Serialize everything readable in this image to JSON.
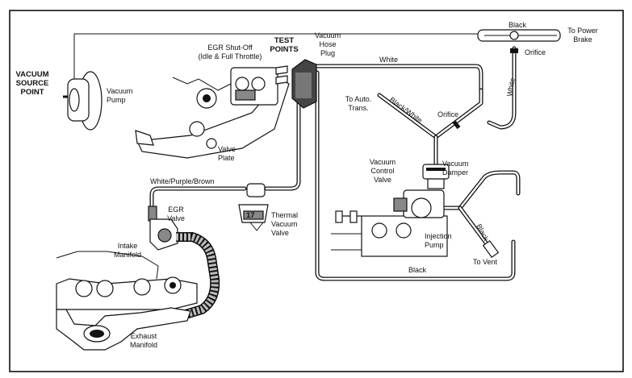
{
  "labels": {
    "vacuum_source_point": [
      "VACUUM",
      "SOURCE",
      "POINT"
    ],
    "vacuum_pump": [
      "Vacuum",
      "Pump"
    ],
    "egr_shutoff": [
      "EGR Shut-Off",
      "(Idle & Full Throttle)"
    ],
    "test_points": [
      "TEST",
      "POINTS"
    ],
    "vacuum_hose_plug": [
      "Vacuum",
      "Hose",
      "Plug"
    ],
    "white_top": "White",
    "black_top": "Black",
    "to_power_brake": [
      "To Power",
      "Brake"
    ],
    "orifice_top": "Orifice",
    "white_vertical": "White",
    "to_auto_trans": [
      "To Auto.",
      "Trans."
    ],
    "black_white": "Black/White",
    "orifice_mid": "Orifice",
    "valve_plate": [
      "Valve",
      "Plate"
    ],
    "white_purple_brown": "White/Purple/Brown",
    "vacuum_control_valve": [
      "Vacuum",
      "Control",
      "Valve"
    ],
    "vacuum_damper": [
      "Vacuum",
      "Damper"
    ],
    "egr_valve": [
      "EGR",
      "Valve"
    ],
    "thermal_vacuum_valve": [
      "Thermal",
      "Vacuum",
      "Valve"
    ],
    "tvv_number": "17",
    "intake_manifold": [
      "Intake",
      "Manifold"
    ],
    "injection_pump": [
      "Injection",
      "Pump"
    ],
    "black_right": "Black",
    "to_vent": "To Vent",
    "black_bottom": "Black",
    "exhaust_manifold": [
      "Exhaust",
      "Manifold"
    ]
  }
}
